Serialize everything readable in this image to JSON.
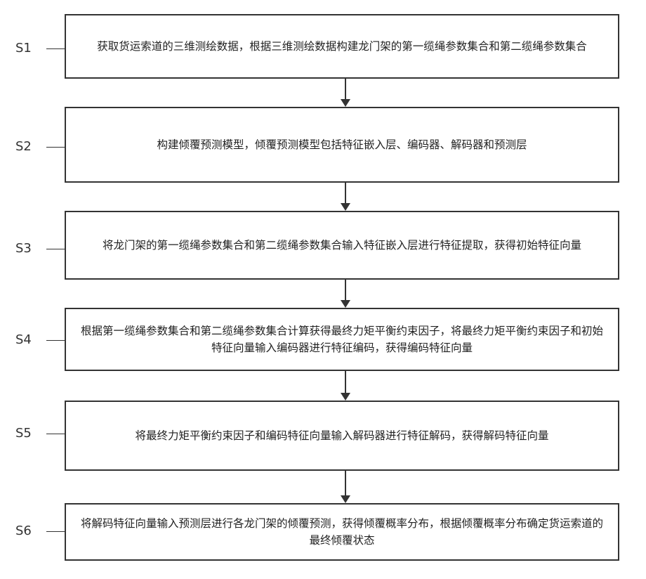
{
  "steps": [
    {
      "id": "S1",
      "text": "获取货运索道的三维测绘数据，根据三维测绘数据构建龙门架的第一缆绳参数集合和第二缆绳参数集合"
    },
    {
      "id": "S2",
      "text": "构建倾覆预测模型，倾覆预测模型包括特征嵌入层、编码器、解码器和预测层"
    },
    {
      "id": "S3",
      "text": "将龙门架的第一缆绳参数集合和第二缆绳参数集合输入特征嵌入层进行特征提取，获得初始特征向量"
    },
    {
      "id": "S4",
      "text": "根据第一缆绳参数集合和第二缆绳参数集合计算获得最终力矩平衡约束因子，将最终力矩平衡约束因子和初始特征向量输入编码器进行特征编码，获得编码特征向量"
    },
    {
      "id": "S5",
      "text": "将最终力矩平衡约束因子和编码特征向量输入解码器进行特征解码，获得解码特征向量"
    },
    {
      "id": "S6",
      "text": "将解码特征向量输入预测层进行各龙门架的倾覆预测，获得倾覆概率分布，根据倾覆概率分布确定货运索道的最终倾覆状态"
    }
  ]
}
